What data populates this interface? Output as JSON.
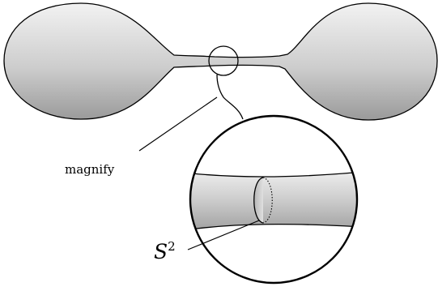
{
  "labels": {
    "magnify": "magnify",
    "sphere_symbol": "S",
    "sphere_exponent": "2"
  },
  "colors": {
    "outline": "#000000",
    "background": "#ffffff",
    "fill_light": "#f2f2f2",
    "fill_mid": "#cccccc",
    "fill_dark": "#9a9a9a"
  }
}
